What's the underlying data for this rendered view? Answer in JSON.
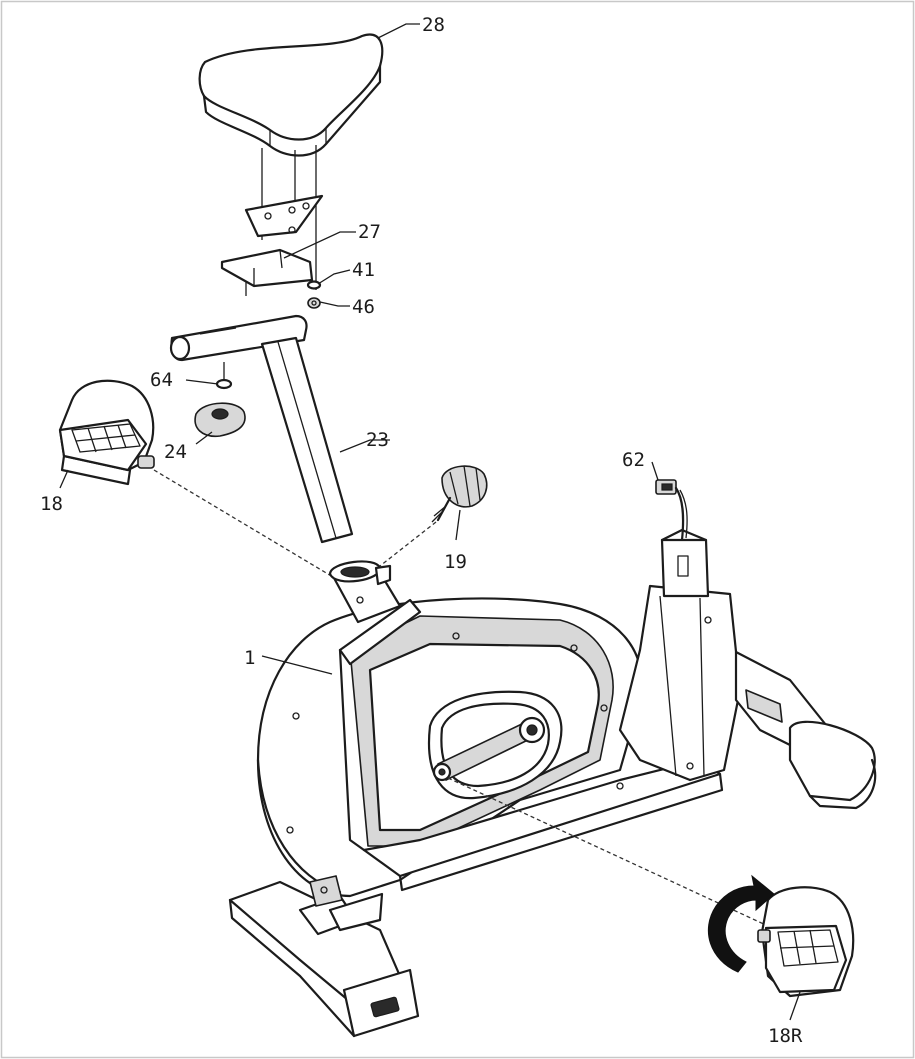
{
  "labels": {
    "l28": "28",
    "l27": "27",
    "l41": "41",
    "l46": "46",
    "l64": "64",
    "l24": "24",
    "l23": "23",
    "l18": "18",
    "l19": "19",
    "l62": "62",
    "l1": "1",
    "l18r": "18R"
  },
  "colors": {
    "line": "#1c1c1c",
    "background": "#ffffff",
    "border": "#c8c8c8"
  },
  "icons": {
    "rotation": "curved-arrow-icon"
  }
}
